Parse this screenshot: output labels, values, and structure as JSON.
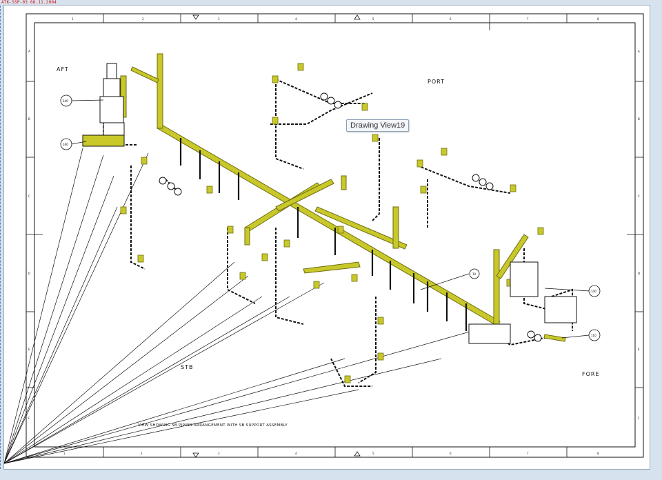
{
  "header_stamp": "ATK-SSP-03 06.11.2004",
  "labels": {
    "aft": "AFT",
    "port": "PORT",
    "stb": "STB",
    "fore": "FORE"
  },
  "view_caption": "VIEW SHOWING SB PIPING ARRANGEMENT WITH SB SUPPORT ASSEMBLY",
  "tooltip": "Drawing View19",
  "zone_columns": [
    "1",
    "2",
    "3",
    "4",
    "5",
    "6",
    "7",
    "8"
  ],
  "zone_rows": [
    "A",
    "B",
    "C",
    "D",
    "E",
    "F"
  ],
  "balloons": [
    "140",
    "160",
    "10",
    "140",
    "110"
  ],
  "colors": {
    "pipe": "#c8c82a",
    "pipe_dark": "#6d6d12",
    "line": "#111111",
    "stamp": "#d01010"
  }
}
